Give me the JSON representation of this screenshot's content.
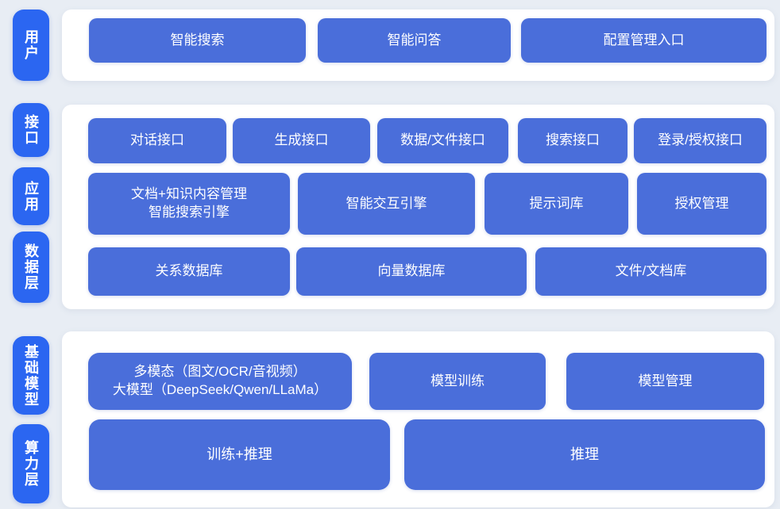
{
  "colors": {
    "background": "#e8edf4",
    "panel": "#ffffff",
    "layer_pill": "#2b66f1",
    "block": "#4a6eda",
    "block_text": "#ffffff"
  },
  "sections": [
    {
      "name": "user-layer",
      "labels": [
        "用户"
      ],
      "rows": [
        [
          "智能搜索",
          "智能问答",
          "配置管理入口"
        ]
      ]
    },
    {
      "name": "interface-application-data-layer",
      "labels": [
        "接口",
        "应用",
        "数据层"
      ],
      "rows": [
        [
          "对话接口",
          "生成接口",
          "数据/文件接口",
          "搜索接口",
          "登录/授权接口"
        ],
        [
          "文档+知识内容管理\n智能搜索引擎",
          "智能交互引擎",
          "提示词库",
          "授权管理"
        ],
        [
          "关系数据库",
          "向量数据库",
          "文件/文档库"
        ]
      ]
    },
    {
      "name": "foundation-model-compute-layer",
      "labels": [
        "基础模型",
        "算力层"
      ],
      "rows": [
        [
          "多模态（图文/OCR/音视频）\n大模型（DeepSeek/Qwen/LLaMa）",
          "模型训练",
          "模型管理"
        ],
        [
          "训练+推理",
          "推理"
        ]
      ]
    }
  ]
}
